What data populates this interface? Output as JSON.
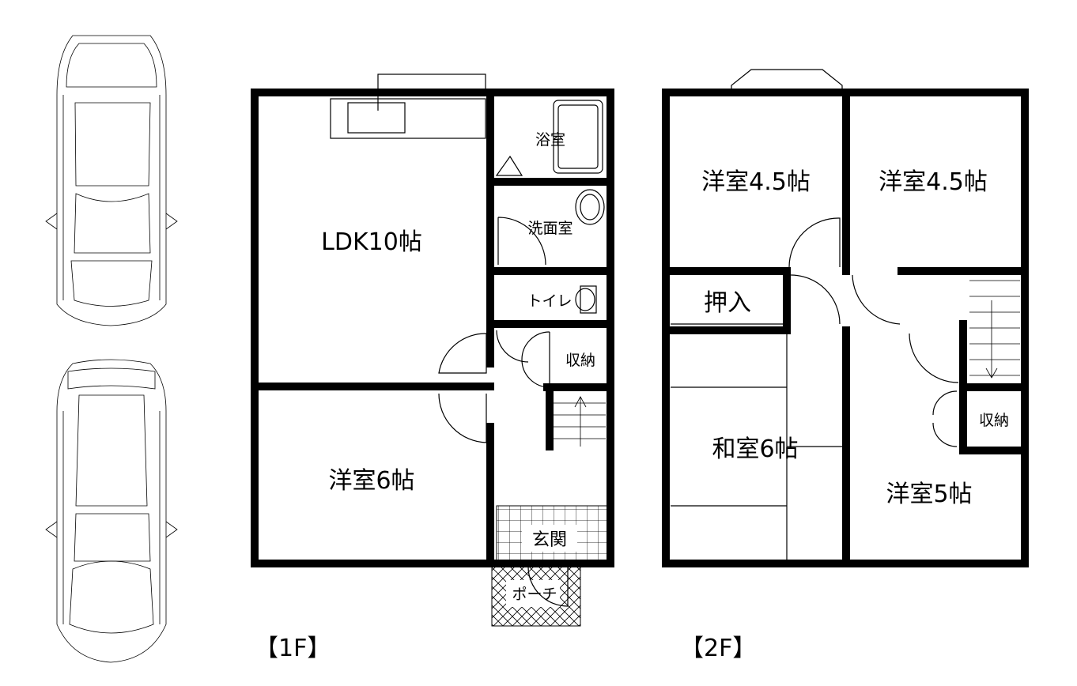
{
  "rooms_1f": {
    "ldk": "LDK10帖",
    "western6": "洋室6帖",
    "bath": "浴室",
    "washroom": "洗面室",
    "toilet": "トイレ",
    "storage": "収納",
    "entrance": "玄関",
    "porch": "ポーチ"
  },
  "rooms_2f": {
    "western45_left": "洋室4.5帖",
    "western45_right": "洋室4.5帖",
    "closet": "押入",
    "japanese6": "和室6帖",
    "western5": "洋室5帖",
    "storage": "収納"
  },
  "floor_labels": {
    "first": "【1F】",
    "second": "【2F】"
  }
}
